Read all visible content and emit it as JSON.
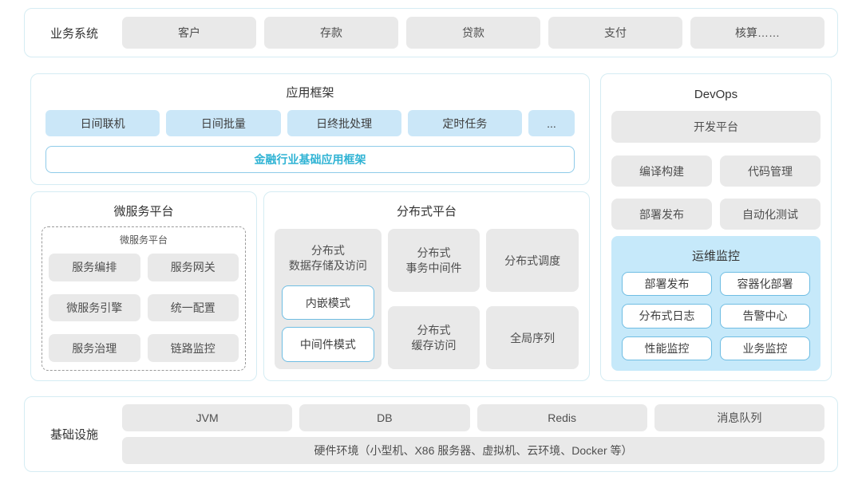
{
  "colors": {
    "accent_teal": "#2fb3d4",
    "light_blue_box": "#cbe7f8",
    "monitor_panel_bg": "#c6e9fa",
    "gray_box": "#e9e9e9",
    "section_border": "#d5ecf3",
    "blue_border": "#6fbde3"
  },
  "business": {
    "label": "业务系统",
    "items": [
      "客户",
      "存款",
      "贷款",
      "支付",
      "核算……"
    ]
  },
  "app_framework": {
    "title": "应用框架",
    "modules": [
      "日间联机",
      "日间批量",
      "日终批处理",
      "定时任务",
      "..."
    ],
    "base_framework": "金融行业基础应用框架"
  },
  "microservice": {
    "title": "微服务平台",
    "inner_title": "微服务平台",
    "items": [
      "服务编排",
      "服务网关",
      "微服务引擎",
      "统一配置",
      "服务治理",
      "链路监控"
    ]
  },
  "distributed": {
    "title": "分布式平台",
    "storage": {
      "label": "分布式\n数据存储及访问",
      "modes": [
        "内嵌模式",
        "中间件模式"
      ]
    },
    "items": [
      "分布式\n事务中间件",
      "分布式调度",
      "分布式\n缓存访问",
      "全局序列"
    ]
  },
  "devops": {
    "title": "DevOps",
    "platform": "开发平台",
    "items": [
      "编译构建",
      "代码管理",
      "部署发布",
      "自动化测试"
    ],
    "monitoring": {
      "title": "运维监控",
      "items": [
        "部署发布",
        "容器化部署",
        "分布式日志",
        "告警中心",
        "性能监控",
        "业务监控"
      ]
    }
  },
  "infrastructure": {
    "label": "基础设施",
    "items": [
      "JVM",
      "DB",
      "Redis",
      "消息队列"
    ],
    "hardware": "硬件环境（小型机、X86 服务器、虚拟机、云环境、Docker 等）"
  }
}
